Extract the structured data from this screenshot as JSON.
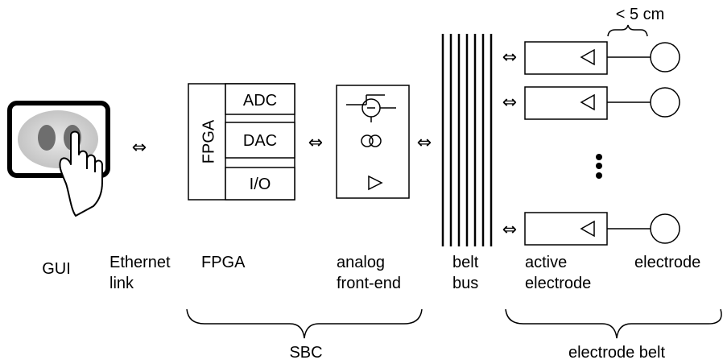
{
  "diagram": {
    "dimension_label": "< 5 cm",
    "blocks": {
      "fpga": "FPGA",
      "adc": "ADC",
      "dac": "DAC",
      "io": "I/O"
    },
    "captions": {
      "gui": "GUI",
      "ethernet_line1": "Ethernet",
      "ethernet_line2": "link",
      "fpga": "FPGA",
      "afe_line1": "analog",
      "afe_line2": "front-end",
      "belt_line1": "belt",
      "belt_line2": "bus",
      "active_line1": "active",
      "active_line2": "electrode",
      "electrode": "electrode"
    },
    "groups": {
      "sbc": "SBC",
      "belt": "electrode belt"
    },
    "colors": {
      "stroke": "#000000",
      "screen_fill": "#cfcfcf",
      "button_fill": "#6e6e6e"
    }
  }
}
